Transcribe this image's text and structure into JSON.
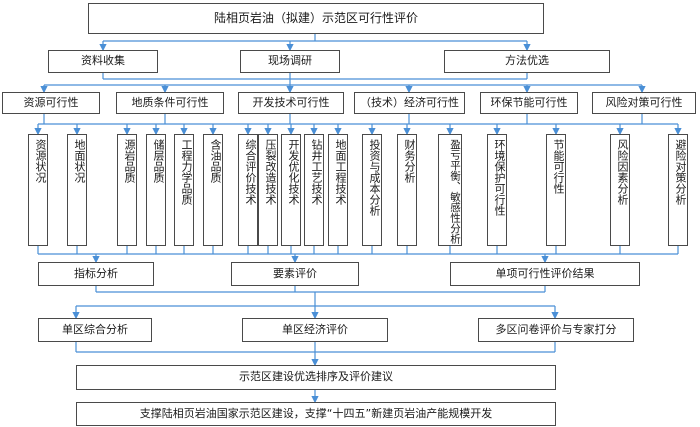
{
  "title": "陆相页岩油（拟建）示范区可行性评价",
  "level1": [
    "资料收集",
    "现场调研",
    "方法优选"
  ],
  "level2": [
    "资源可行性",
    "地质条件可行性",
    "开发技术可行性",
    "（技术）经济可行性",
    "环保节能可行性",
    "风险对策可行性"
  ],
  "level3": [
    "资源状况",
    "地面状况",
    "源岩品质",
    "储层品质",
    "工程力学品质",
    "含油品质",
    "综合评价技术",
    "压裂改造技术",
    "开发优化技术",
    "钻井工艺技术",
    "地面工程技术",
    "投资与成本分析",
    "财务分析",
    "盈亏平衡、敏感性分析",
    "环境保护可行性",
    "节能可行性",
    "风险因素分析",
    "避险对策分析"
  ],
  "level4": [
    "指标分析",
    "要素评价",
    "单项可行性评价结果"
  ],
  "level5": [
    "单区综合分析",
    "单区经济评价",
    "多区问卷评价与专家打分"
  ],
  "level6": "示范区建设优选排序及评价建议",
  "level7": "支撑陆相页岩油国家示范区建设，支撑“十四五”新建页岩油产能规模开发",
  "colors": {
    "line": "#4a8fd6",
    "border": "#4a4a4a"
  }
}
